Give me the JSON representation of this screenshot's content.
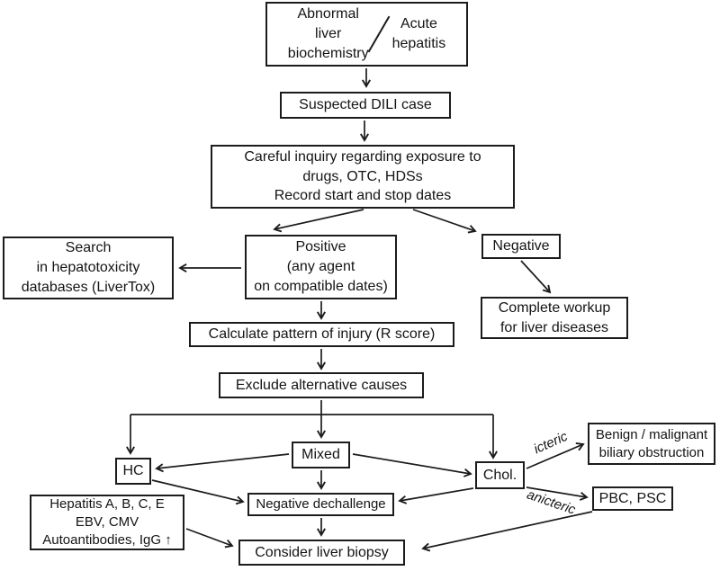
{
  "colors": {
    "background": "#ffffff",
    "line": "#1c1c1c",
    "text": "#141414"
  },
  "nodes": {
    "abnormal_left": {
      "lines": [
        "Abnormal",
        "liver",
        "biochemistry"
      ]
    },
    "abnormal_right": {
      "lines": [
        "Acute",
        "hepatitis"
      ]
    },
    "suspected": {
      "label": "Suspected DILI case"
    },
    "inquiry": {
      "lines": [
        "Careful inquiry regarding exposure to",
        "drugs, OTC, HDSs",
        "Record start and stop dates"
      ]
    },
    "search": {
      "lines": [
        "Search",
        "in hepatotoxicity",
        "databases (LiverTox)"
      ]
    },
    "positive": {
      "lines": [
        "Positive",
        "(any agent",
        "on compatible dates)"
      ]
    },
    "negative": {
      "label": "Negative"
    },
    "workup": {
      "lines": [
        "Complete workup",
        "for liver diseases"
      ]
    },
    "calculate": {
      "label": "Calculate pattern of injury (R score)"
    },
    "exclude": {
      "label": "Exclude alternative causes"
    },
    "hc": {
      "label": "HC"
    },
    "mixed": {
      "label": "Mixed"
    },
    "chol": {
      "label": "Chol."
    },
    "serology": {
      "lines": [
        "Hepatitis A, B, C, E",
        "EBV, CMV",
        "Autoantibodies, IgG ↑"
      ]
    },
    "dechallenge": {
      "label": "Negative dechallenge"
    },
    "biopsy": {
      "label": "Consider liver biopsy"
    },
    "obstruction": {
      "lines": [
        "Benign / malignant",
        "biliary obstruction"
      ]
    },
    "pbc": {
      "label": "PBC, PSC"
    }
  },
  "edge_labels": {
    "icteric": "icteric",
    "anicteric": "anicteric"
  }
}
